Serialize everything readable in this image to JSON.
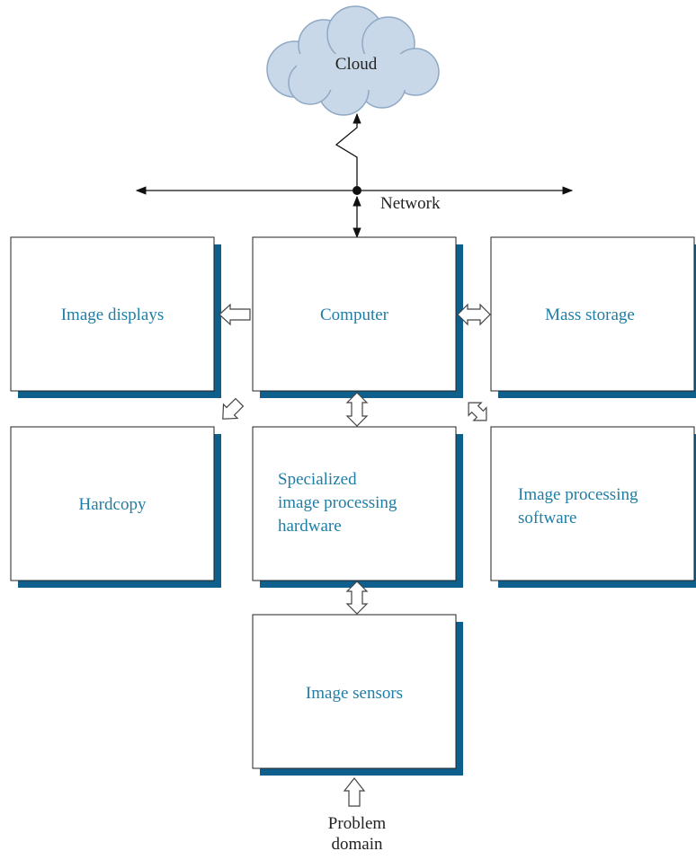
{
  "colors": {
    "box_text": "#1f7ea6",
    "box_shadow": "#0e5f8c",
    "cloud_fill": "#c9d8e8",
    "cloud_stroke": "#8fa8c4",
    "line": "#111111",
    "arrow_fill": "#ffffff",
    "arrow_stroke": "#444444"
  },
  "cloud": {
    "label": "Cloud"
  },
  "network": {
    "label": "Network"
  },
  "boxes": {
    "image_displays": "Image displays",
    "computer": "Computer",
    "mass_storage": "Mass storage",
    "hardcopy": "Hardcopy",
    "specialized_hardware": [
      "Specialized",
      "image processing",
      "hardware"
    ],
    "image_processing_software": [
      "Image processing",
      "software"
    ],
    "image_sensors": "Image sensors"
  },
  "problem_domain": [
    "Problem",
    "domain"
  ]
}
